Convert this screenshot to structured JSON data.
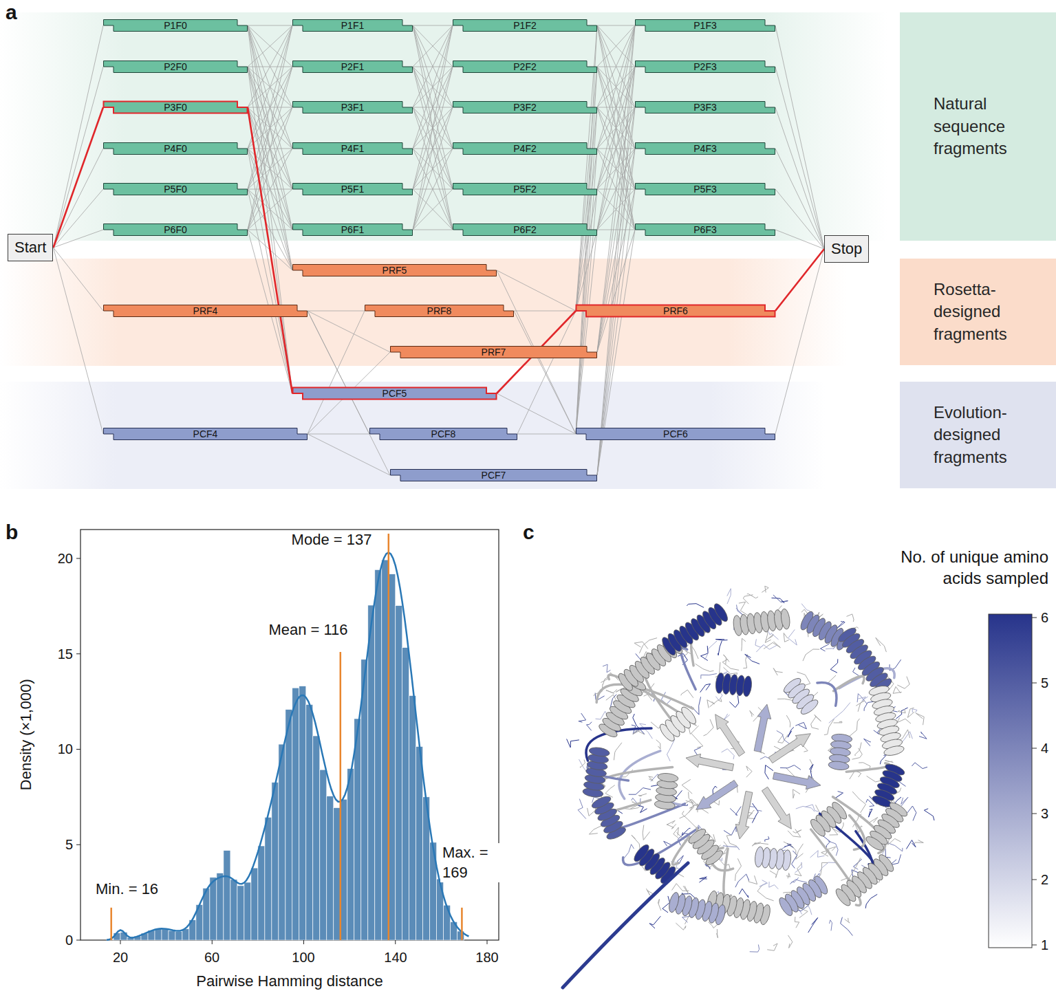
{
  "diagram": {
    "nodes": [
      {
        "text": [
          "Start"
        ]
      },
      {
        "text": [
          "P1F0"
        ]
      },
      {
        "text": [
          "P1F1"
        ]
      },
      {
        "text": [
          "P1F2"
        ]
      },
      {
        "text": [
          "P1F3"
        ]
      },
      {
        "text": [
          "P2F0"
        ]
      },
      {
        "text": [
          "P2F1"
        ]
      },
      {
        "text": [
          "P2F2"
        ]
      },
      {
        "text": [
          "P2F3"
        ]
      },
      {
        "text": [
          "P3F0"
        ]
      },
      {
        "text": [
          "P3F1"
        ]
      },
      {
        "text": [
          "P3F2"
        ]
      },
      {
        "text": [
          "P3F3"
        ]
      },
      {
        "text": [
          "P4F0"
        ]
      },
      {
        "text": [
          "P4F1"
        ]
      },
      {
        "text": [
          "P4F2"
        ]
      },
      {
        "text": [
          "P4F3"
        ]
      },
      {
        "text": [
          "P5F0"
        ]
      },
      {
        "text": [
          "P5F1"
        ]
      },
      {
        "text": [
          "P5F2"
        ]
      },
      {
        "text": [
          "P5F3"
        ]
      },
      {
        "text": [
          "P6F0"
        ]
      },
      {
        "text": [
          "P6F1"
        ]
      },
      {
        "text": [
          "P6F2"
        ]
      },
      {
        "text": [
          "P6F3"
        ]
      },
      {
        "text": [
          "PRF5"
        ]
      },
      {
        "text": [
          "PRF4"
        ]
      },
      {
        "text": [
          "PRF8"
        ]
      },
      {
        "text": [
          "PRF6"
        ]
      },
      {
        "text": [
          "PRF7"
        ]
      },
      {
        "text": [
          "PCF5"
        ]
      },
      {
        "text": [
          "PCF4"
        ]
      },
      {
        "text": [
          "PCF8"
        ]
      },
      {
        "text": [
          "PCF6"
        ]
      },
      {
        "text": [
          "PCF7"
        ]
      },
      {
        "text": [
          "Stop"
        ]
      },
      {
        "text": [
          "Natural sequence fragments"
        ]
      },
      {
        "text": [
          "Rosetta-designed fragments"
        ]
      },
      {
        "text": [
          "Evolution-designed fragments"
        ]
      }
    ],
    "edges": [
      {
        "from": 0,
        "to": 1,
        "arrow": "none"
      },
      {
        "from": 0,
        "to": 5,
        "arrow": "none"
      },
      {
        "from": 0,
        "to": 9,
        "arrow": "none"
      },
      {
        "from": 0,
        "to": 13,
        "arrow": "none"
      },
      {
        "from": 0,
        "to": 17,
        "arrow": "none"
      },
      {
        "from": 0,
        "to": 21,
        "arrow": "none"
      },
      {
        "from": 0,
        "to": 26,
        "arrow": "none"
      },
      {
        "from": 0,
        "to": 31,
        "arrow": "none"
      },
      {
        "from": 1,
        "to": 2,
        "arrow": "none"
      },
      {
        "from": 1,
        "to": 6,
        "arrow": "none"
      },
      {
        "from": 1,
        "to": 10,
        "arrow": "none"
      },
      {
        "from": 1,
        "to": 14,
        "arrow": "none"
      },
      {
        "from": 1,
        "to": 18,
        "arrow": "none"
      },
      {
        "from": 1,
        "to": 22,
        "arrow": "none"
      },
      {
        "from": 1,
        "to": 25,
        "arrow": "none"
      },
      {
        "from": 1,
        "to": 30,
        "arrow": "none"
      },
      {
        "from": 5,
        "to": 2,
        "arrow": "none"
      },
      {
        "from": 5,
        "to": 6,
        "arrow": "none"
      },
      {
        "from": 5,
        "to": 10,
        "arrow": "none"
      },
      {
        "from": 5,
        "to": 14,
        "arrow": "none"
      },
      {
        "from": 5,
        "to": 18,
        "arrow": "none"
      },
      {
        "from": 5,
        "to": 22,
        "arrow": "none"
      },
      {
        "from": 5,
        "to": 25,
        "arrow": "none"
      },
      {
        "from": 5,
        "to": 30,
        "arrow": "none"
      },
      {
        "from": 9,
        "to": 2,
        "arrow": "none"
      },
      {
        "from": 9,
        "to": 6,
        "arrow": "none"
      },
      {
        "from": 9,
        "to": 10,
        "arrow": "none"
      },
      {
        "from": 9,
        "to": 14,
        "arrow": "none"
      },
      {
        "from": 9,
        "to": 18,
        "arrow": "none"
      },
      {
        "from": 9,
        "to": 22,
        "arrow": "none"
      },
      {
        "from": 9,
        "to": 25,
        "arrow": "none"
      },
      {
        "from": 9,
        "to": 30,
        "arrow": "none"
      },
      {
        "from": 13,
        "to": 2,
        "arrow": "none"
      },
      {
        "from": 13,
        "to": 6,
        "arrow": "none"
      },
      {
        "from": 13,
        "to": 10,
        "arrow": "none"
      },
      {
        "from": 13,
        "to": 14,
        "arrow": "none"
      },
      {
        "from": 13,
        "to": 18,
        "arrow": "none"
      },
      {
        "from": 13,
        "to": 22,
        "arrow": "none"
      },
      {
        "from": 13,
        "to": 25,
        "arrow": "none"
      },
      {
        "from": 13,
        "to": 30,
        "arrow": "none"
      },
      {
        "from": 17,
        "to": 2,
        "arrow": "none"
      },
      {
        "from": 17,
        "to": 6,
        "arrow": "none"
      },
      {
        "from": 17,
        "to": 10,
        "arrow": "none"
      },
      {
        "from": 17,
        "to": 14,
        "arrow": "none"
      },
      {
        "from": 17,
        "to": 18,
        "arrow": "none"
      },
      {
        "from": 17,
        "to": 22,
        "arrow": "none"
      },
      {
        "from": 17,
        "to": 25,
        "arrow": "none"
      },
      {
        "from": 17,
        "to": 30,
        "arrow": "none"
      },
      {
        "from": 21,
        "to": 2,
        "arrow": "none"
      },
      {
        "from": 21,
        "to": 6,
        "arrow": "none"
      },
      {
        "from": 21,
        "to": 10,
        "arrow": "none"
      },
      {
        "from": 21,
        "to": 14,
        "arrow": "none"
      },
      {
        "from": 21,
        "to": 18,
        "arrow": "none"
      },
      {
        "from": 21,
        "to": 22,
        "arrow": "none"
      },
      {
        "from": 21,
        "to": 25,
        "arrow": "none"
      },
      {
        "from": 21,
        "to": 30,
        "arrow": "none"
      },
      {
        "from": 26,
        "to": 27,
        "arrow": "none"
      },
      {
        "from": 26,
        "to": 29,
        "arrow": "none"
      },
      {
        "from": 26,
        "to": 32,
        "arrow": "none"
      },
      {
        "from": 26,
        "to": 34,
        "arrow": "none"
      },
      {
        "from": 31,
        "to": 27,
        "arrow": "none"
      },
      {
        "from": 31,
        "to": 29,
        "arrow": "none"
      },
      {
        "from": 31,
        "to": 32,
        "arrow": "none"
      },
      {
        "from": 31,
        "to": 34,
        "arrow": "none"
      },
      {
        "from": 2,
        "to": 3,
        "arrow": "none"
      },
      {
        "from": 2,
        "to": 7,
        "arrow": "none"
      },
      {
        "from": 2,
        "to": 11,
        "arrow": "none"
      },
      {
        "from": 2,
        "to": 15,
        "arrow": "none"
      },
      {
        "from": 2,
        "to": 19,
        "arrow": "none"
      },
      {
        "from": 2,
        "to": 23,
        "arrow": "none"
      },
      {
        "from": 6,
        "to": 3,
        "arrow": "none"
      },
      {
        "from": 6,
        "to": 7,
        "arrow": "none"
      },
      {
        "from": 6,
        "to": 11,
        "arrow": "none"
      },
      {
        "from": 6,
        "to": 15,
        "arrow": "none"
      },
      {
        "from": 6,
        "to": 19,
        "arrow": "none"
      },
      {
        "from": 6,
        "to": 23,
        "arrow": "none"
      },
      {
        "from": 10,
        "to": 3,
        "arrow": "none"
      },
      {
        "from": 10,
        "to": 7,
        "arrow": "none"
      },
      {
        "from": 10,
        "to": 11,
        "arrow": "none"
      },
      {
        "from": 10,
        "to": 15,
        "arrow": "none"
      },
      {
        "from": 10,
        "to": 19,
        "arrow": "none"
      },
      {
        "from": 10,
        "to": 23,
        "arrow": "none"
      },
      {
        "from": 14,
        "to": 3,
        "arrow": "none"
      },
      {
        "from": 14,
        "to": 7,
        "arrow": "none"
      },
      {
        "from": 14,
        "to": 11,
        "arrow": "none"
      },
      {
        "from": 14,
        "to": 15,
        "arrow": "none"
      },
      {
        "from": 14,
        "to": 19,
        "arrow": "none"
      },
      {
        "from": 14,
        "to": 23,
        "arrow": "none"
      },
      {
        "from": 18,
        "to": 3,
        "arrow": "none"
      },
      {
        "from": 18,
        "to": 7,
        "arrow": "none"
      },
      {
        "from": 18,
        "to": 11,
        "arrow": "none"
      },
      {
        "from": 18,
        "to": 15,
        "arrow": "none"
      },
      {
        "from": 18,
        "to": 19,
        "arrow": "none"
      },
      {
        "from": 18,
        "to": 23,
        "arrow": "none"
      },
      {
        "from": 22,
        "to": 3,
        "arrow": "none"
      },
      {
        "from": 22,
        "to": 7,
        "arrow": "none"
      },
      {
        "from": 22,
        "to": 11,
        "arrow": "none"
      },
      {
        "from": 22,
        "to": 15,
        "arrow": "none"
      },
      {
        "from": 22,
        "to": 19,
        "arrow": "none"
      },
      {
        "from": 22,
        "to": 23,
        "arrow": "none"
      },
      {
        "from": 3,
        "to": 4,
        "arrow": "none"
      },
      {
        "from": 3,
        "to": 8,
        "arrow": "none"
      },
      {
        "from": 3,
        "to": 12,
        "arrow": "none"
      },
      {
        "from": 3,
        "to": 16,
        "arrow": "none"
      },
      {
        "from": 3,
        "to": 20,
        "arrow": "none"
      },
      {
        "from": 3,
        "to": 24,
        "arrow": "none"
      },
      {
        "from": 3,
        "to": 28,
        "arrow": "none"
      },
      {
        "from": 3,
        "to": 33,
        "arrow": "none"
      },
      {
        "from": 7,
        "to": 4,
        "arrow": "none"
      },
      {
        "from": 7,
        "to": 8,
        "arrow": "none"
      },
      {
        "from": 7,
        "to": 12,
        "arrow": "none"
      },
      {
        "from": 7,
        "to": 16,
        "arrow": "none"
      },
      {
        "from": 7,
        "to": 20,
        "arrow": "none"
      },
      {
        "from": 7,
        "to": 24,
        "arrow": "none"
      },
      {
        "from": 7,
        "to": 28,
        "arrow": "none"
      },
      {
        "from": 7,
        "to": 33,
        "arrow": "none"
      },
      {
        "from": 11,
        "to": 4,
        "arrow": "none"
      },
      {
        "from": 11,
        "to": 8,
        "arrow": "none"
      },
      {
        "from": 11,
        "to": 12,
        "arrow": "none"
      },
      {
        "from": 11,
        "to": 16,
        "arrow": "none"
      },
      {
        "from": 11,
        "to": 20,
        "arrow": "none"
      },
      {
        "from": 11,
        "to": 24,
        "arrow": "none"
      },
      {
        "from": 11,
        "to": 28,
        "arrow": "none"
      },
      {
        "from": 11,
        "to": 33,
        "arrow": "none"
      },
      {
        "from": 15,
        "to": 4,
        "arrow": "none"
      },
      {
        "from": 15,
        "to": 8,
        "arrow": "none"
      },
      {
        "from": 15,
        "to": 12,
        "arrow": "none"
      },
      {
        "from": 15,
        "to": 16,
        "arrow": "none"
      },
      {
        "from": 15,
        "to": 20,
        "arrow": "none"
      },
      {
        "from": 15,
        "to": 24,
        "arrow": "none"
      },
      {
        "from": 15,
        "to": 28,
        "arrow": "none"
      },
      {
        "from": 15,
        "to": 33,
        "arrow": "none"
      },
      {
        "from": 19,
        "to": 4,
        "arrow": "none"
      },
      {
        "from": 19,
        "to": 8,
        "arrow": "none"
      },
      {
        "from": 19,
        "to": 12,
        "arrow": "none"
      },
      {
        "from": 19,
        "to": 16,
        "arrow": "none"
      },
      {
        "from": 19,
        "to": 20,
        "arrow": "none"
      },
      {
        "from": 19,
        "to": 24,
        "arrow": "none"
      },
      {
        "from": 19,
        "to": 28,
        "arrow": "none"
      },
      {
        "from": 19,
        "to": 33,
        "arrow": "none"
      },
      {
        "from": 23,
        "to": 4,
        "arrow": "none"
      },
      {
        "from": 23,
        "to": 8,
        "arrow": "none"
      },
      {
        "from": 23,
        "to": 12,
        "arrow": "none"
      },
      {
        "from": 23,
        "to": 16,
        "arrow": "none"
      },
      {
        "from": 23,
        "to": 20,
        "arrow": "none"
      },
      {
        "from": 23,
        "to": 24,
        "arrow": "none"
      },
      {
        "from": 23,
        "to": 28,
        "arrow": "none"
      },
      {
        "from": 23,
        "to": 33,
        "arrow": "none"
      },
      {
        "from": 25,
        "to": 28,
        "arrow": "none"
      },
      {
        "from": 25,
        "to": 33,
        "arrow": "none"
      },
      {
        "from": 27,
        "to": 28,
        "arrow": "none"
      },
      {
        "from": 27,
        "to": 33,
        "arrow": "none"
      },
      {
        "from": 30,
        "to": 28,
        "arrow": "none"
      },
      {
        "from": 30,
        "to": 33,
        "arrow": "none"
      },
      {
        "from": 32,
        "to": 28,
        "arrow": "none"
      },
      {
        "from": 32,
        "to": 33,
        "arrow": "none"
      },
      {
        "from": 29,
        "to": 4,
        "arrow": "none"
      },
      {
        "from": 29,
        "to": 8,
        "arrow": "none"
      },
      {
        "from": 29,
        "to": 12,
        "arrow": "none"
      },
      {
        "from": 29,
        "to": 16,
        "arrow": "none"
      },
      {
        "from": 29,
        "to": 20,
        "arrow": "none"
      },
      {
        "from": 29,
        "to": 24,
        "arrow": "none"
      },
      {
        "from": 34,
        "to": 4,
        "arrow": "none"
      },
      {
        "from": 34,
        "to": 8,
        "arrow": "none"
      },
      {
        "from": 34,
        "to": 12,
        "arrow": "none"
      },
      {
        "from": 34,
        "to": 16,
        "arrow": "none"
      },
      {
        "from": 34,
        "to": 20,
        "arrow": "none"
      },
      {
        "from": 34,
        "to": 24,
        "arrow": "none"
      },
      {
        "from": 4,
        "to": 35,
        "arrow": "none"
      },
      {
        "from": 8,
        "to": 35,
        "arrow": "none"
      },
      {
        "from": 12,
        "to": 35,
        "arrow": "none"
      },
      {
        "from": 16,
        "to": 35,
        "arrow": "none"
      },
      {
        "from": 20,
        "to": 35,
        "arrow": "none"
      },
      {
        "from": 24,
        "to": 35,
        "arrow": "none"
      },
      {
        "from": 28,
        "to": 35,
        "arrow": "none"
      },
      {
        "from": 33,
        "to": 35,
        "arrow": "none"
      }
    ],
    "labels": [
      "a",
      "b",
      "Mode = 137",
      "Mean = 116",
      "Min. = 16",
      "Max. = 169",
      "Density (×1,000)",
      "0",
      "5",
      "10",
      "15",
      "20",
      "20",
      "60",
      "100",
      "140",
      "180",
      "Pairwise Hamming distance",
      "c",
      "No. of unique amino acids sampled",
      "6",
      "5",
      "4",
      "3",
      "2",
      "1"
    ]
  }
}
